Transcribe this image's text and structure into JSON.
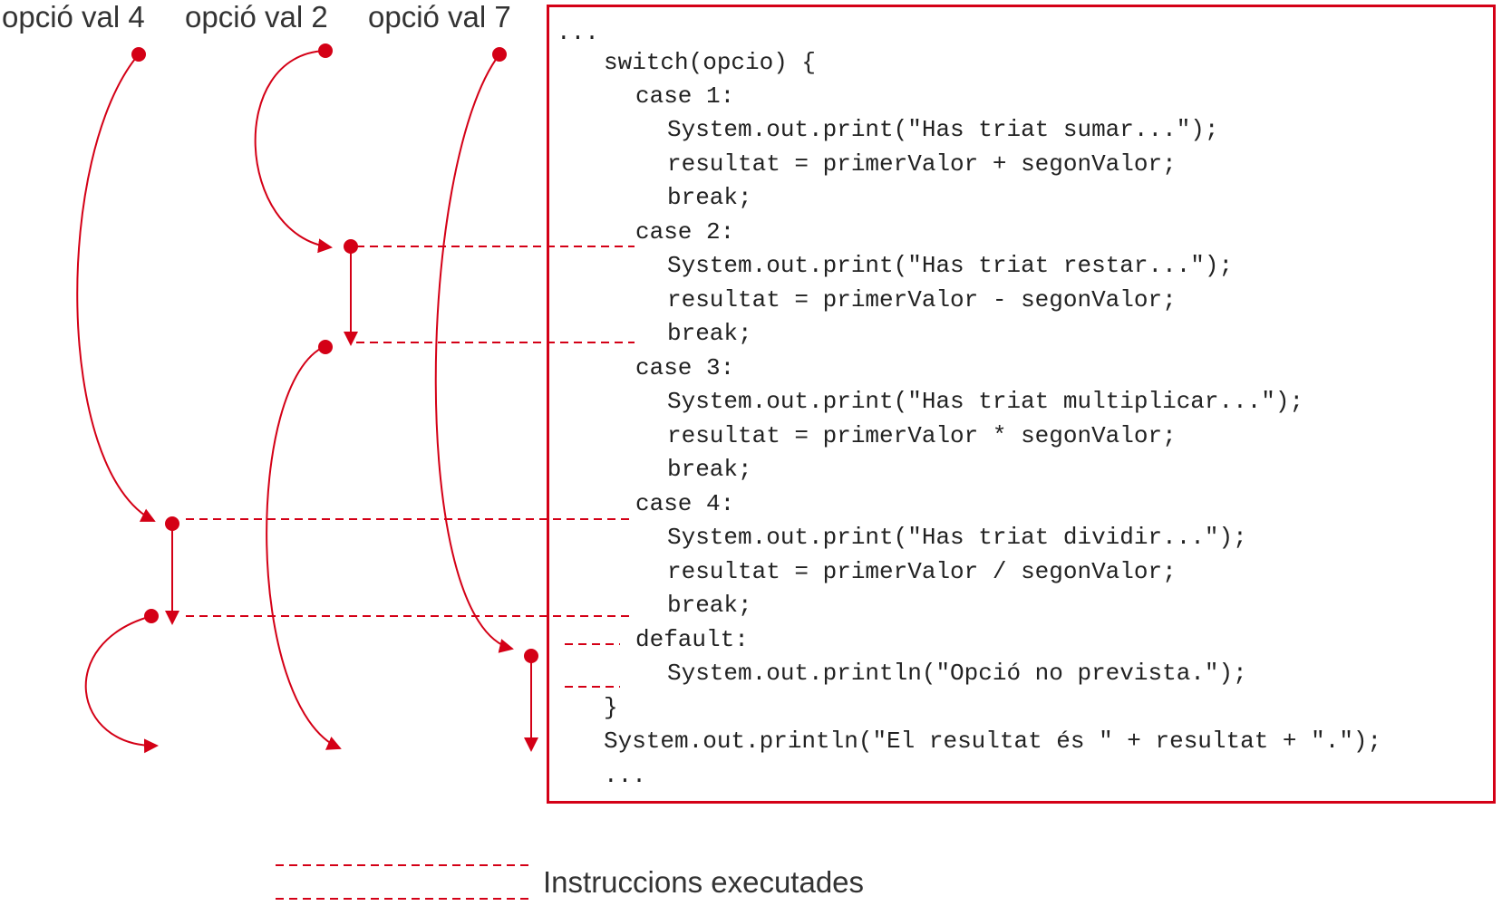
{
  "labels": {
    "option_4": "opció val 4",
    "option_2": "opció val 2",
    "option_7": "opció val 7"
  },
  "code_lines": [
    "...",
    "switch(opcio) {",
    "case 1:",
    "System.out.print(\"Has triat sumar...\");",
    "resultat = primerValor + segonValor;",
    "break;",
    "case 2:",
    "System.out.print(\"Has triat restar...\");",
    "resultat = primerValor - segonValor;",
    "break;",
    "case 3:",
    "System.out.print(\"Has triat multiplicar...\");",
    "resultat = primerValor * segonValor;",
    "break;",
    "case 4:",
    "System.out.print(\"Has triat dividir...\");",
    "resultat = primerValor / segonValor;",
    "break;",
    "default:",
    "System.out.println(\"Opció no prevista.\");",
    "}",
    "System.out.println(\"El resultat és \" + resultat + \".\");",
    "..."
  ],
  "legend": {
    "label": "Instruccions executades"
  },
  "colors": {
    "accent": "#d40016",
    "text": "#222222"
  }
}
